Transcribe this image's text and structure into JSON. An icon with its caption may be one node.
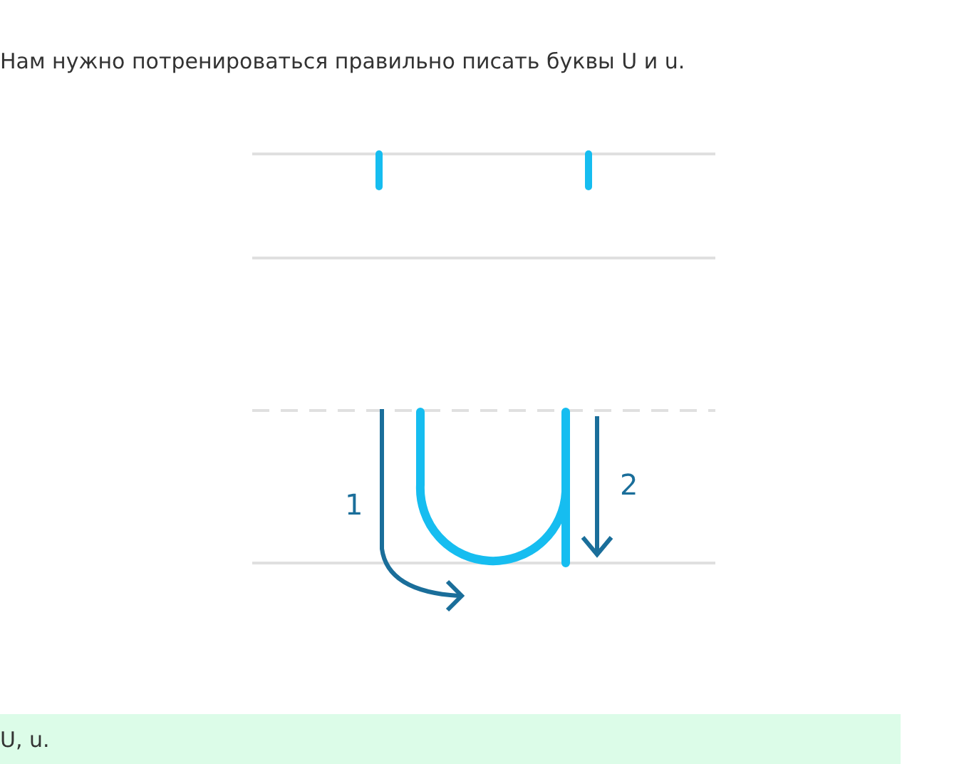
{
  "diagram": {
    "title": "Нам нужно потренироваться правильно писать буквы U и u.",
    "nodes": [
      {
        "text": [
          "U, u."
        ]
      }
    ],
    "labels": [
      "1",
      "2"
    ]
  }
}
